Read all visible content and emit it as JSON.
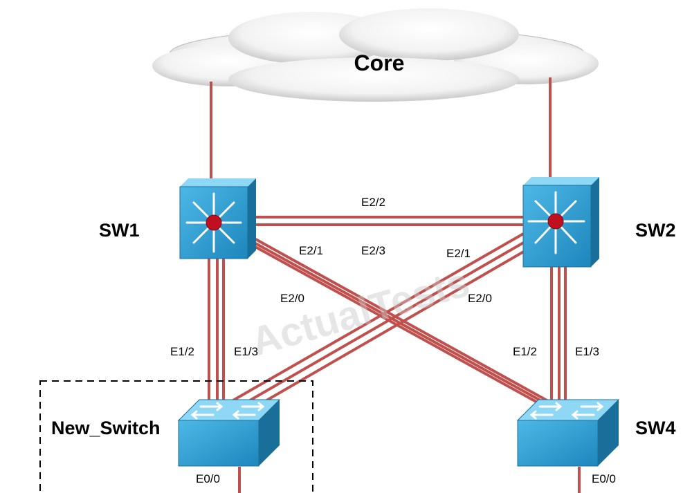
{
  "core": {
    "label": "Core"
  },
  "devices": {
    "sw1": {
      "label": "SW1",
      "type": "multilayer-switch"
    },
    "sw2": {
      "label": "SW2",
      "type": "multilayer-switch"
    },
    "new_switch": {
      "label": "New_Switch",
      "type": "switch"
    },
    "sw4": {
      "label": "SW4",
      "type": "switch"
    }
  },
  "ports": {
    "sw1_sw2_e2_2": "E2/2",
    "sw1_e2_1": "E2/1",
    "sw1_sw2_e2_3": "E2/3",
    "sw2_e2_1": "E2/1",
    "sw1_e2_0": "E2/0",
    "sw2_e2_0": "E2/0",
    "sw1_e1_2": "E1/2",
    "sw1_e1_3": "E1/3",
    "sw2_e1_2": "E1/2",
    "sw2_e1_3": "E1/3",
    "new_switch_e0_0": "E0/0",
    "sw4_e0_0": "E0/0"
  },
  "watermark": "ActualTests",
  "colors": {
    "link": "#c0504d",
    "switch_face": "#2f9fd0",
    "switch_top": "#7fd0f0",
    "switch_side": "#1a6f9a",
    "router_dot": "#c01020"
  }
}
